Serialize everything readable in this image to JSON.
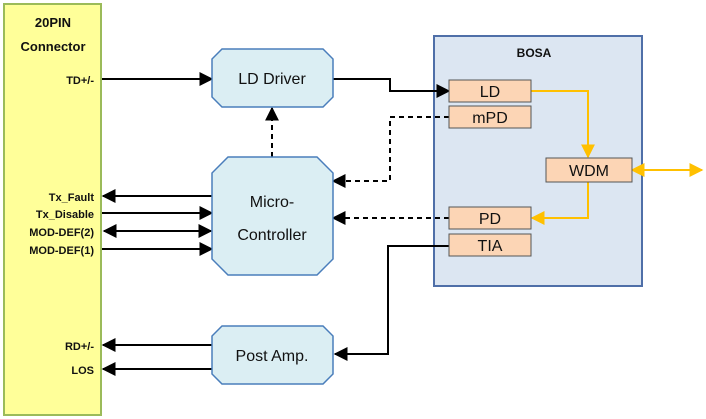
{
  "connector": {
    "title_line1": "20PIN",
    "title_line2": "Connector",
    "pins": {
      "td": "TD+/-",
      "tx_fault": "Tx_Fault",
      "tx_disable": "Tx_Disable",
      "mod_def2": "MOD-DEF(2)",
      "mod_def1": "MOD-DEF(1)",
      "rd": "RD+/-",
      "los": "LOS"
    }
  },
  "blocks": {
    "ld_driver": "LD Driver",
    "mcu_line1": "Micro-",
    "mcu_line2": "Controller",
    "post_amp": "Post Amp."
  },
  "bosa": {
    "title": "BOSA",
    "ld": "LD",
    "mpd": "mPD",
    "wdm": "WDM",
    "pd": "PD",
    "tia": "TIA"
  },
  "colors": {
    "connector_fill": "#ffff99",
    "connector_border": "#9bbb59",
    "block_fill": "#dbeef3",
    "block_border": "#4a7ebb",
    "bosa_fill": "#dce6f2",
    "bosa_border": "#4f6fa8",
    "component_fill": "#fcd5b5",
    "optical_path": "#ffc000",
    "signal_line": "#000000"
  }
}
